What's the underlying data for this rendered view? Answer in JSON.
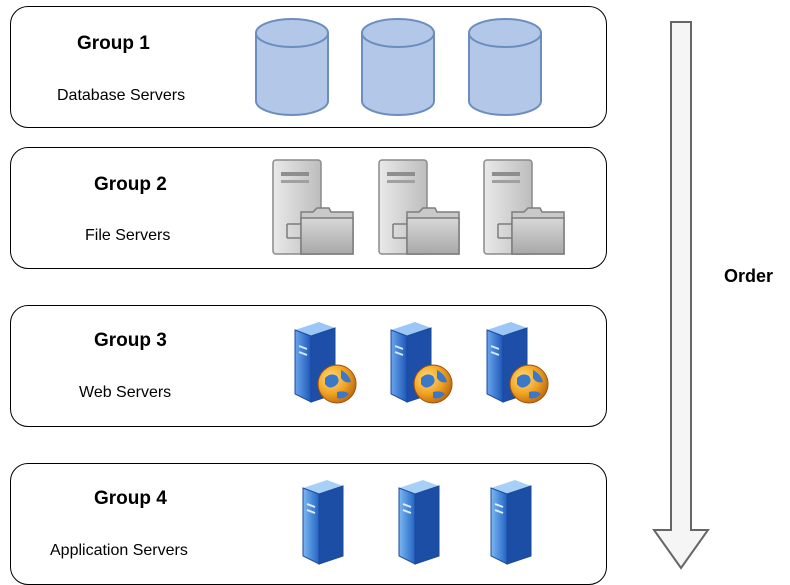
{
  "groups": [
    {
      "title": "Group 1",
      "subtitle": "Database Servers",
      "icon": "database-icon"
    },
    {
      "title": "Group 2",
      "subtitle": "File Servers",
      "icon": "file-server-icon"
    },
    {
      "title": "Group 3",
      "subtitle": "Web Servers",
      "icon": "web-server-icon"
    },
    {
      "title": "Group 4",
      "subtitle": "Application Servers",
      "icon": "application-server-icon"
    }
  ],
  "order_label": "Order",
  "colors": {
    "database_fill": "#b3c8e8",
    "database_stroke": "#6c8ebf",
    "file_server_fill": "#d4d4d4",
    "web_server_blue": "#2a68c8",
    "globe_orange": "#f0a020",
    "arrow_fill": "#f5f5f5",
    "arrow_stroke": "#666666"
  }
}
